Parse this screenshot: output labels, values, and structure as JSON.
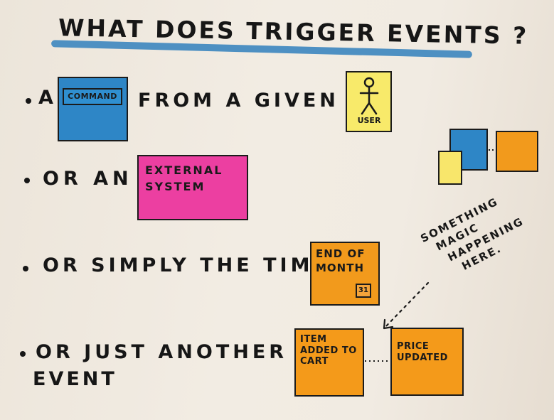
{
  "title": "WHAT DOES TRIGGER EVENTS ?",
  "bullets": [
    {
      "prefix": "A",
      "suffix": "FROM A GIVEN"
    },
    {
      "text": "OR AN"
    },
    {
      "text": "OR SIMPLY THE TIME"
    },
    {
      "line1": "OR JUST ANOTHER",
      "line2": "EVENT"
    }
  ],
  "stickies": {
    "command": "COMMAND",
    "user": "USER",
    "external_system": [
      "EXTERNAL",
      "SYSTEM"
    ],
    "end_of_month": [
      "END OF",
      "MONTH"
    ],
    "calendar_day": "31",
    "item_added": [
      "ITEM",
      "ADDED TO",
      "CART"
    ],
    "price_updated": [
      "PRICE",
      "UPDATED"
    ]
  },
  "annotation": [
    "SOMETHING",
    "MAGIC",
    "HAPPENING",
    "HERE."
  ],
  "colors": {
    "command": "#2e86c6",
    "user": "#f8ea6a",
    "external_system": "#ec3fa1",
    "event": "#f49a1a",
    "title_underline": "#3c86bf"
  },
  "icons": {
    "user": "stick-figure-icon",
    "calendar": "calendar-icon",
    "bullet": "bullet-dot"
  }
}
